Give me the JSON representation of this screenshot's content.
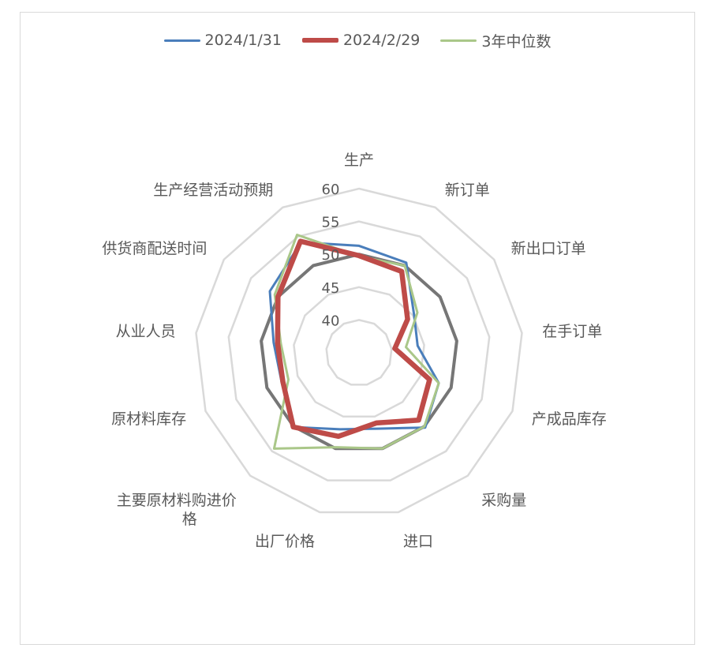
{
  "chart_data": {
    "type": "radar",
    "title": "",
    "axes": [
      "生产",
      "新订单",
      "新出口订单",
      "在手订单",
      "产成品库存",
      "采购量",
      "进口",
      "出厂价格",
      "主要原材料购进价格",
      "原材料库存",
      "从业人员",
      "供货商配送时间",
      "生产经营活动预期"
    ],
    "r_ticks": [
      40,
      45,
      50,
      55,
      60
    ],
    "r_range": [
      35,
      60
    ],
    "reference_value": 50,
    "series": [
      {
        "name": "2024/1/31",
        "color": "#4a7ebb",
        "width": 3,
        "values": [
          51.3,
          50.5,
          45.2,
          44.0,
          48.0,
          50.2,
          46.9,
          47.0,
          50.1,
          47.6,
          48.1,
          51.5,
          54.0
        ]
      },
      {
        "name": "2024/2/29",
        "color": "#be4b48",
        "width": 6.5,
        "values": [
          49.8,
          49.0,
          44.0,
          40.5,
          46.5,
          48.7,
          46.0,
          48.1,
          50.1,
          47.4,
          47.5,
          50.0,
          54.2
        ]
      },
      {
        "name": "3年中位数",
        "color": "#aac789",
        "width": 3,
        "values": [
          49.7,
          50.0,
          45.8,
          42.2,
          48.0,
          50.0,
          50.0,
          49.8,
          54.5,
          46.5,
          47.0,
          50.6,
          55.3
        ]
      }
    ],
    "grid": true,
    "legend_position": "top"
  }
}
